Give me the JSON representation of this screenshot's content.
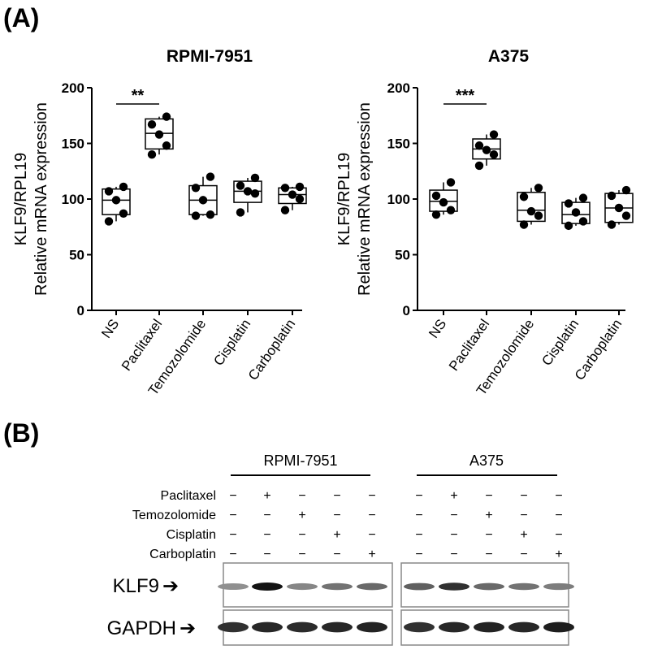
{
  "panel_a_label": "(A)",
  "panel_b_label": "(B)",
  "chart_data": [
    {
      "type": "box",
      "title": "RPMI-7951",
      "ylabel_lines": [
        "KLF9/RPL19",
        "Relative mRNA expression"
      ],
      "ylim": [
        0,
        200
      ],
      "yticks": [
        "0",
        "50",
        "100",
        "150",
        "200"
      ],
      "categories": [
        "NS",
        "Paclitaxel",
        "Temozolomide",
        "Cisplatin",
        "Carboplatin"
      ],
      "points": [
        [
          80,
          87,
          99,
          107,
          111
        ],
        [
          140,
          148,
          158,
          167,
          174
        ],
        [
          85,
          86,
          99,
          110,
          120
        ],
        [
          88,
          105,
          107,
          112,
          119
        ],
        [
          90,
          100,
          104,
          110,
          111
        ]
      ],
      "boxes": [
        {
          "min": 80,
          "q1": 86,
          "median": 99,
          "q3": 109,
          "max": 111
        },
        {
          "min": 140,
          "q1": 145,
          "median": 159,
          "q3": 172,
          "max": 174
        },
        {
          "min": 85,
          "q1": 86,
          "median": 99,
          "q3": 112,
          "max": 120
        },
        {
          "min": 88,
          "q1": 97,
          "median": 107,
          "q3": 116,
          "max": 119
        },
        {
          "min": 90,
          "q1": 96,
          "median": 104,
          "q3": 110,
          "max": 111
        }
      ],
      "significance": {
        "from": "NS",
        "to": "Paclitaxel",
        "label": "**"
      }
    },
    {
      "type": "box",
      "title": "A375",
      "ylabel_lines": [
        "KLF9/RPL19",
        "Relative mRNA expression"
      ],
      "ylim": [
        0,
        200
      ],
      "yticks": [
        "0",
        "50",
        "100",
        "150",
        "200"
      ],
      "categories": [
        "NS",
        "Paclitaxel",
        "Temozolomide",
        "Cisplatin",
        "Carboplatin"
      ],
      "points": [
        [
          86,
          90,
          97,
          103,
          115
        ],
        [
          130,
          140,
          144,
          148,
          158
        ],
        [
          77,
          85,
          89,
          102,
          110
        ],
        [
          76,
          80,
          88,
          96,
          101
        ],
        [
          77,
          85,
          92,
          103,
          108
        ]
      ],
      "boxes": [
        {
          "min": 86,
          "q1": 89,
          "median": 98,
          "q3": 108,
          "max": 115
        },
        {
          "min": 130,
          "q1": 136,
          "median": 145,
          "q3": 154,
          "max": 158
        },
        {
          "min": 77,
          "q1": 80,
          "median": 90,
          "q3": 106,
          "max": 110
        },
        {
          "min": 76,
          "q1": 78,
          "median": 86,
          "q3": 97,
          "max": 101
        },
        {
          "min": 77,
          "q1": 79,
          "median": 92,
          "q3": 105,
          "max": 108
        }
      ],
      "significance": {
        "from": "NS",
        "to": "Paclitaxel",
        "label": "***"
      }
    }
  ],
  "western_blot": {
    "groups": [
      "RPMI-7951",
      "A375"
    ],
    "treatments": [
      "Paclitaxel",
      "Temozolomide",
      "Cisplatin",
      "Carboplatin"
    ],
    "sign_matrix": [
      [
        "−",
        "+",
        "−",
        "−",
        "−"
      ],
      [
        "−",
        "−",
        "+",
        "−",
        "−"
      ],
      [
        "−",
        "−",
        "−",
        "+",
        "−"
      ],
      [
        "−",
        "−",
        "−",
        "−",
        "+"
      ]
    ],
    "rows": [
      {
        "label": "KLF9",
        "arrow": "➔",
        "intensity": [
          [
            0.35,
            1.0,
            0.4,
            0.5,
            0.55
          ],
          [
            0.6,
            0.85,
            0.55,
            0.5,
            0.45
          ]
        ]
      },
      {
        "label": "GAPDH",
        "arrow": "➔",
        "intensity": [
          [
            0.85,
            0.9,
            0.88,
            0.9,
            0.92
          ],
          [
            0.85,
            0.9,
            0.92,
            0.9,
            0.95
          ]
        ]
      }
    ]
  }
}
